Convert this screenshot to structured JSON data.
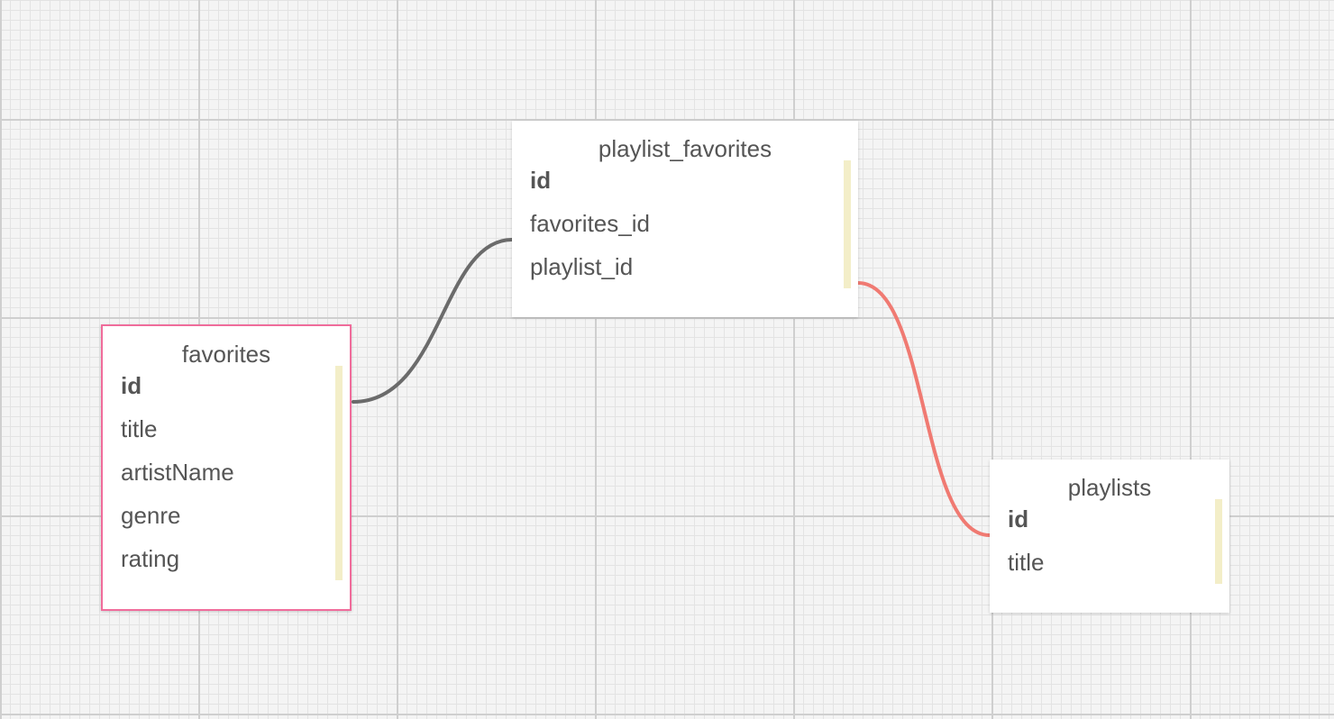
{
  "tables": {
    "favorites": {
      "name": "favorites",
      "fields": [
        {
          "name": "id",
          "primary": true
        },
        {
          "name": "title",
          "primary": false
        },
        {
          "name": "artistName",
          "primary": false
        },
        {
          "name": "genre",
          "primary": false
        },
        {
          "name": "rating",
          "primary": false
        }
      ]
    },
    "playlist_favorites": {
      "name": "playlist_favorites",
      "fields": [
        {
          "name": "id",
          "primary": true
        },
        {
          "name": "favorites_id",
          "primary": false
        },
        {
          "name": "playlist_id",
          "primary": false
        }
      ]
    },
    "playlists": {
      "name": "playlists",
      "fields": [
        {
          "name": "id",
          "primary": true
        },
        {
          "name": "title",
          "primary": false
        }
      ]
    }
  },
  "relations": [
    {
      "from": "favorites.id",
      "to": "playlist_favorites.favorites_id",
      "color": "#6b6b6b"
    },
    {
      "from": "playlist_favorites.playlist_id",
      "to": "playlists.id",
      "color": "#f07a72"
    }
  ],
  "colors": {
    "selected_border": "#f06c9b",
    "scroll_track": "#f3eec8",
    "text": "#555555"
  }
}
